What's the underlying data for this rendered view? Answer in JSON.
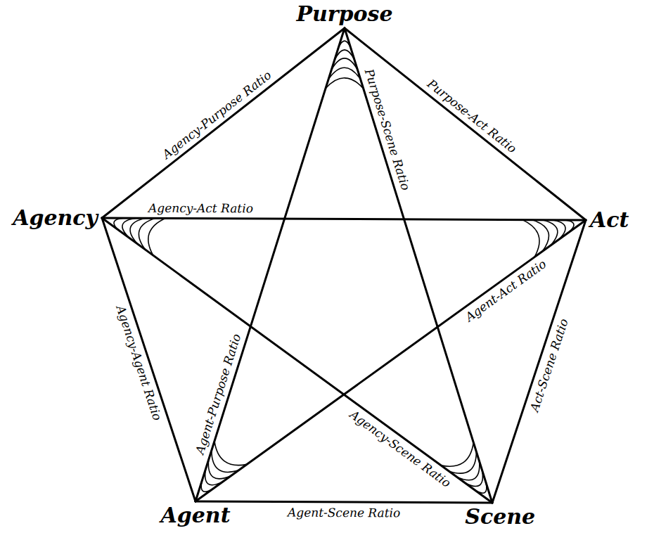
{
  "diagram": {
    "nodes": [
      {
        "text": [
          "Purpose"
        ]
      },
      {
        "text": [
          "Agency"
        ]
      },
      {
        "text": [
          "Act"
        ]
      },
      {
        "text": [
          "Agent"
        ]
      },
      {
        "text": [
          "Scene"
        ]
      }
    ],
    "edges": [
      {
        "from": 1,
        "to": 0,
        "arrow": "none",
        "label": "Agency-Purpose Ratio"
      },
      {
        "from": 0,
        "to": 2,
        "arrow": "none",
        "label": "Purpose-Act Ratio"
      },
      {
        "from": 1,
        "to": 2,
        "arrow": "none",
        "label": "Agency-Act Ratio"
      },
      {
        "from": 0,
        "to": 4,
        "arrow": "none",
        "label": "Purpose-Scene Ratio"
      },
      {
        "from": 2,
        "to": 3,
        "arrow": "none",
        "label": "Agent-Act Ratio"
      },
      {
        "from": 2,
        "to": 4,
        "arrow": "none",
        "label": "Act-Scene Ratio"
      },
      {
        "from": 1,
        "to": 3,
        "arrow": "none",
        "label": "Agency-Agent Ratio"
      },
      {
        "from": 3,
        "to": 0,
        "arrow": "none",
        "label": "Agent-Purpose Ratio"
      },
      {
        "from": 1,
        "to": 4,
        "arrow": "none",
        "label": "Agency-Scene Ratio"
      },
      {
        "from": 3,
        "to": 4,
        "arrow": "none",
        "label": "Agent-Scene Ratio"
      }
    ]
  }
}
